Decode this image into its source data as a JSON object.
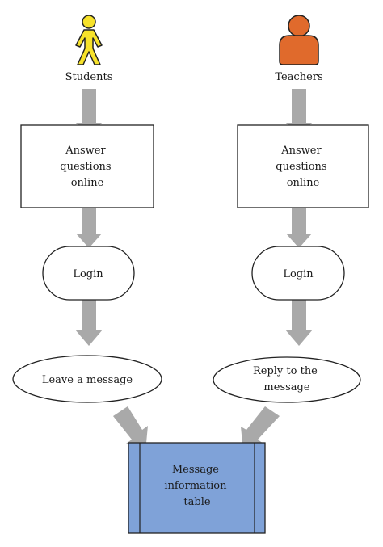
{
  "actors": {
    "students": {
      "label": "Students",
      "icon": "student-figure-icon",
      "color": "#f7e22a"
    },
    "teachers": {
      "label": "Teachers",
      "icon": "teacher-person-icon",
      "color": "#e06a2c"
    }
  },
  "left": {
    "answer_lines": [
      "Answer",
      "questions",
      "online"
    ],
    "login": "Login",
    "action_lines": [
      "Leave a message"
    ]
  },
  "right": {
    "answer_lines": [
      "Answer",
      "questions",
      "online"
    ],
    "login": "Login",
    "action_lines": [
      "Reply to the",
      "message"
    ]
  },
  "table": {
    "lines": [
      "Message",
      "information",
      "table"
    ],
    "fill": "#7fa2d8"
  },
  "colors": {
    "arrow": "#a9a9a9",
    "stroke": "#222222"
  }
}
